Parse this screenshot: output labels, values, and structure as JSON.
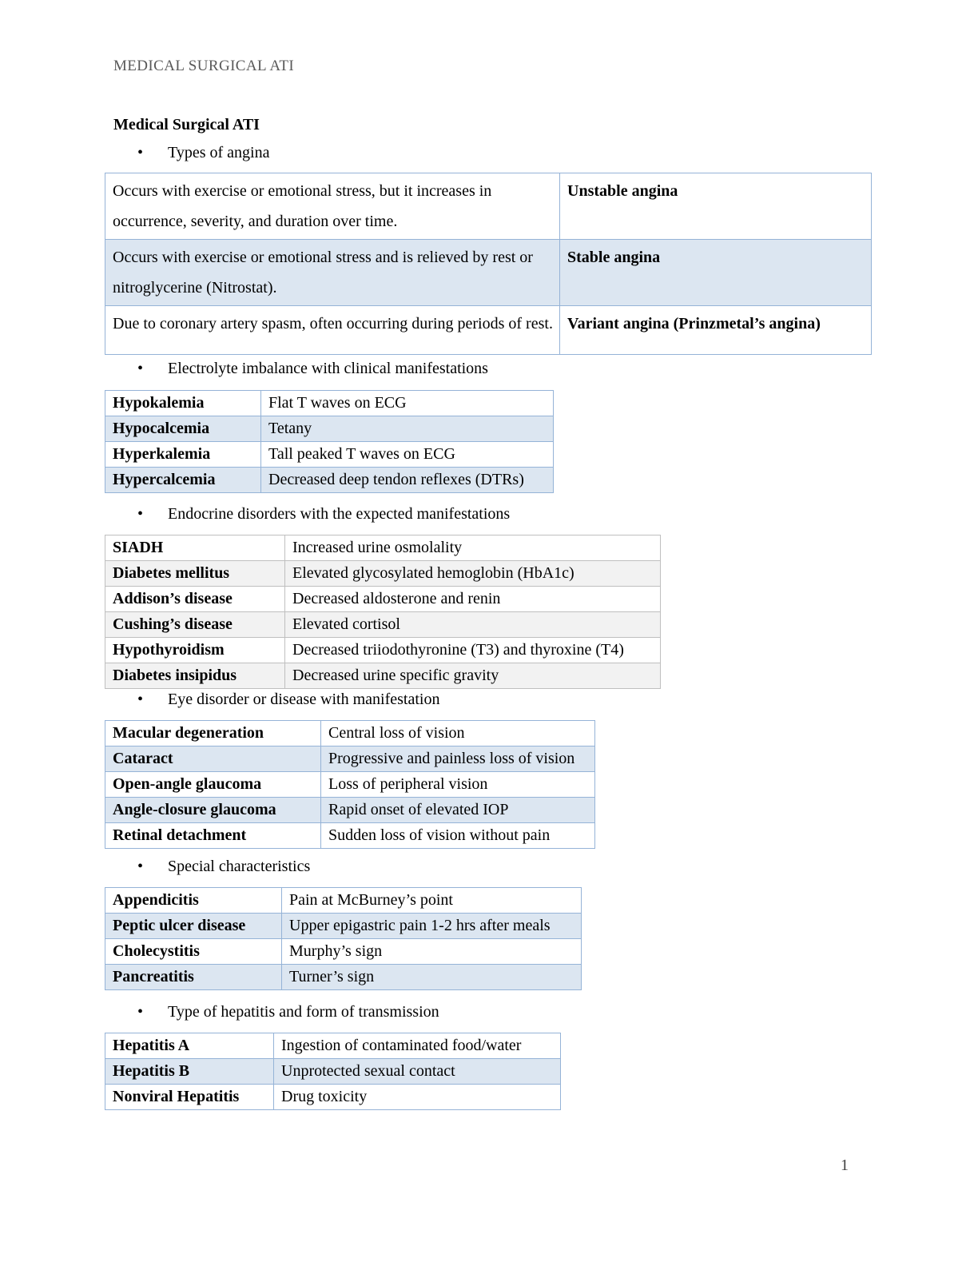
{
  "document": {
    "running_header": "MEDICAL SURGICAL ATI",
    "title": "Medical Surgical ATI",
    "page_number": "1"
  },
  "colors": {
    "blue_border": "#95b3d7",
    "blue_shade": "#dce6f1",
    "gray_border": "#bfbfbf",
    "gray_shade": "#f2f2f2",
    "header_text": "#595959",
    "body_text": "#000000"
  },
  "sections": [
    {
      "bullet": "Types of angina",
      "table_style": "blue",
      "rows": [
        {
          "desc": "Occurs with exercise or emotional stress, but it increases in occurrence, severity, and duration over time.",
          "term": "Unstable angina",
          "shaded": false
        },
        {
          "desc": "Occurs with exercise or emotional stress and is relieved by rest or nitroglycerine (Nitrostat).",
          "term": "Stable angina",
          "shaded": true
        },
        {
          "desc": "Due to coronary artery spasm, often occurring during periods of rest.",
          "term": "Variant angina (Prinzmetal’s angina)",
          "shaded": false
        }
      ]
    },
    {
      "bullet": "Electrolyte imbalance with clinical manifestations",
      "table_style": "blue",
      "rows": [
        {
          "term": "Hypokalemia",
          "desc": "Flat T waves on ECG",
          "shaded": false
        },
        {
          "term": "Hypocalcemia",
          "desc": "Tetany",
          "shaded": true
        },
        {
          "term": "Hyperkalemia",
          "desc": "Tall peaked T waves on ECG",
          "shaded": false
        },
        {
          "term": "Hypercalcemia",
          "desc": "Decreased deep tendon reflexes (DTRs)",
          "shaded": true
        }
      ]
    },
    {
      "bullet": "Endocrine disorders with the expected manifestations",
      "table_style": "gray",
      "rows": [
        {
          "term": "SIADH",
          "desc": "Increased urine osmolality",
          "shaded": false
        },
        {
          "term": "Diabetes mellitus",
          "desc": "Elevated glycosylated hemoglobin (HbA1c)",
          "shaded": true
        },
        {
          "term": "Addison’s disease",
          "desc": "Decreased aldosterone and renin",
          "shaded": false
        },
        {
          "term": "Cushing’s disease",
          "desc": "Elevated cortisol",
          "shaded": true
        },
        {
          "term": "Hypothyroidism",
          "desc": "Decreased triiodothyronine (T3) and thyroxine (T4)",
          "shaded": false
        },
        {
          "term": "Diabetes insipidus",
          "desc": "Decreased urine specific gravity",
          "shaded": true
        }
      ]
    },
    {
      "bullet": "Eye disorder or disease with manifestation",
      "table_style": "blue",
      "rows": [
        {
          "term": "Macular degeneration",
          "desc": "Central loss of vision",
          "shaded": false
        },
        {
          "term": "Cataract",
          "desc": "Progressive and painless loss of vision",
          "shaded": true
        },
        {
          "term": "Open-angle glaucoma",
          "desc": "Loss of peripheral vision",
          "shaded": false
        },
        {
          "term": "Angle-closure glaucoma",
          "desc": "Rapid onset of elevated IOP",
          "shaded": true
        },
        {
          "term": "Retinal detachment",
          "desc": "Sudden loss of vision without pain",
          "shaded": false
        }
      ]
    },
    {
      "bullet": "Special characteristics",
      "table_style": "blue",
      "rows": [
        {
          "term": "Appendicitis",
          "desc": "Pain at McBurney’s point",
          "shaded": false
        },
        {
          "term": "Peptic ulcer disease",
          "desc": "Upper epigastric pain 1-2 hrs after meals",
          "shaded": true
        },
        {
          "term": "Cholecystitis",
          "desc": "Murphy’s sign",
          "shaded": false
        },
        {
          "term": "Pancreatitis",
          "desc": "Turner’s sign",
          "shaded": true
        }
      ]
    },
    {
      "bullet": "Type of hepatitis and form of transmission",
      "table_style": "blue",
      "rows": [
        {
          "term": "Hepatitis A",
          "desc": "Ingestion of contaminated food/water",
          "shaded": false
        },
        {
          "term": "Hepatitis B",
          "desc": "Unprotected sexual contact",
          "shaded": true
        },
        {
          "term": "Nonviral Hepatitis",
          "desc": "Drug toxicity",
          "shaded": false
        }
      ]
    }
  ]
}
